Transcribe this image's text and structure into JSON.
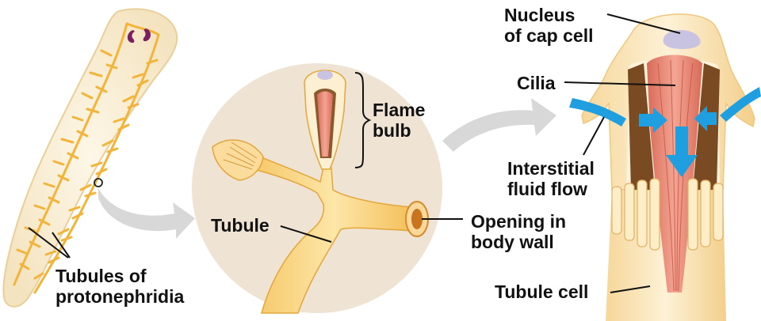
{
  "labels": {
    "tubules_protonephridia": [
      "Tubules of",
      "protonephridia"
    ],
    "tubule": "Tubule",
    "flame_bulb": [
      "Flame",
      "bulb"
    ],
    "opening": [
      "Opening in",
      "body wall"
    ],
    "nucleus": [
      "Nucleus",
      "of cap cell"
    ],
    "cilia": "Cilia",
    "interstitial": [
      "Interstitial",
      "fluid flow"
    ],
    "tubule_cell": "Tubule cell"
  },
  "colors": {
    "flatworm_body": "#fbf3df",
    "tubule_network": "#f2b43a",
    "eyespot": "#7a1f5f",
    "magnified_circle": "#efe4d4",
    "tubule_fill": "#fbd98b",
    "cilia": "#e98a7a",
    "flow_arrow": "#1f9fe0",
    "zoom_arrow": "#d8d8d8"
  }
}
